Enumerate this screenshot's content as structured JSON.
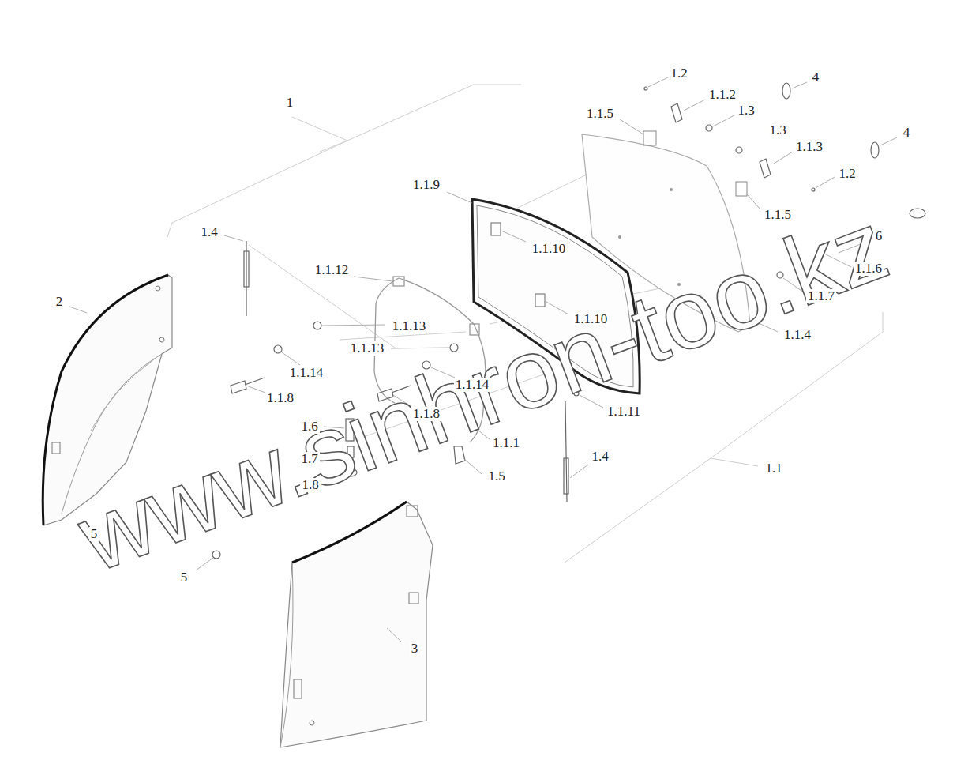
{
  "diagram": {
    "labels": [
      "1",
      "1.2",
      "1.1.2",
      "1.3",
      "4",
      "1.1.5",
      "1.3",
      "4",
      "1.1.3",
      "1.2",
      "1.1.9",
      "1.1.5",
      "6",
      "1.4",
      "1.1.10",
      "1.1.6",
      "1.1.12",
      "1.1.7",
      "2",
      "1.1.10",
      "1.1.13",
      "1.1.13",
      "1.1.4",
      "1.1.14",
      "1.1.14",
      "1.1.8",
      "1.1.8",
      "1.1.11",
      "1.6",
      "1.1.1",
      "1.7",
      "1.4",
      "1.1",
      "1.8",
      "1.5",
      "5",
      "5",
      "3",
      "www.sinhron-too.kz"
    ]
  }
}
